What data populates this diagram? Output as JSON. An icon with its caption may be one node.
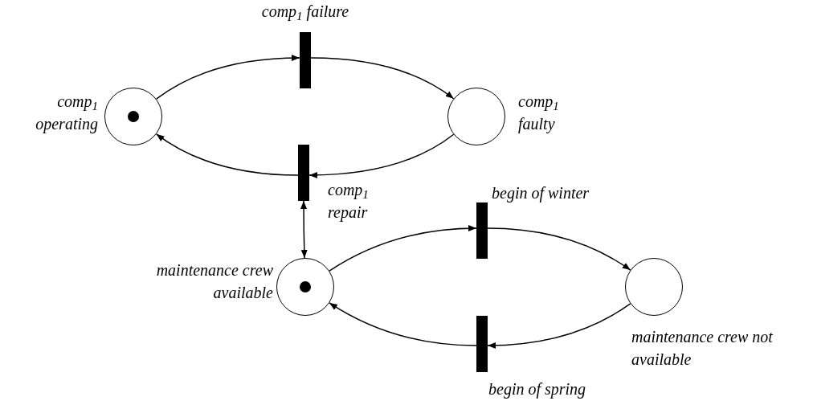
{
  "diagram": {
    "nodes": [
      {
        "text": [],
        "shape": "circle",
        "beside": [
          "comp$_{1}$ operating"
        ]
      },
      {
        "text": [],
        "shape": "bar",
        "beside": [
          "comp$_{1}$ failure"
        ]
      },
      {
        "text": [],
        "shape": "circle",
        "beside": [
          "comp$_{1}$ faulty"
        ]
      },
      {
        "text": [],
        "shape": "bar",
        "beside": [
          "comp$_{1}$ repair"
        ]
      },
      {
        "text": [],
        "shape": "circle",
        "beside": [
          "maintenance crew available"
        ]
      },
      {
        "text": [],
        "shape": "bar",
        "beside": [
          "begin of winter"
        ]
      },
      {
        "text": [],
        "shape": "circle",
        "beside": [
          "maintenance crew not available"
        ]
      },
      {
        "text": [],
        "shape": "bar",
        "beside": [
          "begin of spring"
        ]
      },
      {
        "text": [],
        "shape": "dot",
        "in": 0
      },
      {
        "text": [],
        "shape": "dot",
        "in": 4
      }
    ],
    "edges": [
      {
        "from": 0,
        "to": 1,
        "arrow": "to"
      },
      {
        "from": 1,
        "to": 2,
        "arrow": "to"
      },
      {
        "from": 2,
        "to": 3,
        "arrow": "to"
      },
      {
        "from": 3,
        "to": 0,
        "arrow": "to"
      },
      {
        "from": 3,
        "to": 4,
        "arrow": "both"
      },
      {
        "from": 4,
        "to": 5,
        "arrow": "to"
      },
      {
        "from": 5,
        "to": 6,
        "arrow": "to"
      },
      {
        "from": 6,
        "to": 7,
        "arrow": "to"
      },
      {
        "from": 7,
        "to": 4,
        "arrow": "to"
      }
    ]
  }
}
